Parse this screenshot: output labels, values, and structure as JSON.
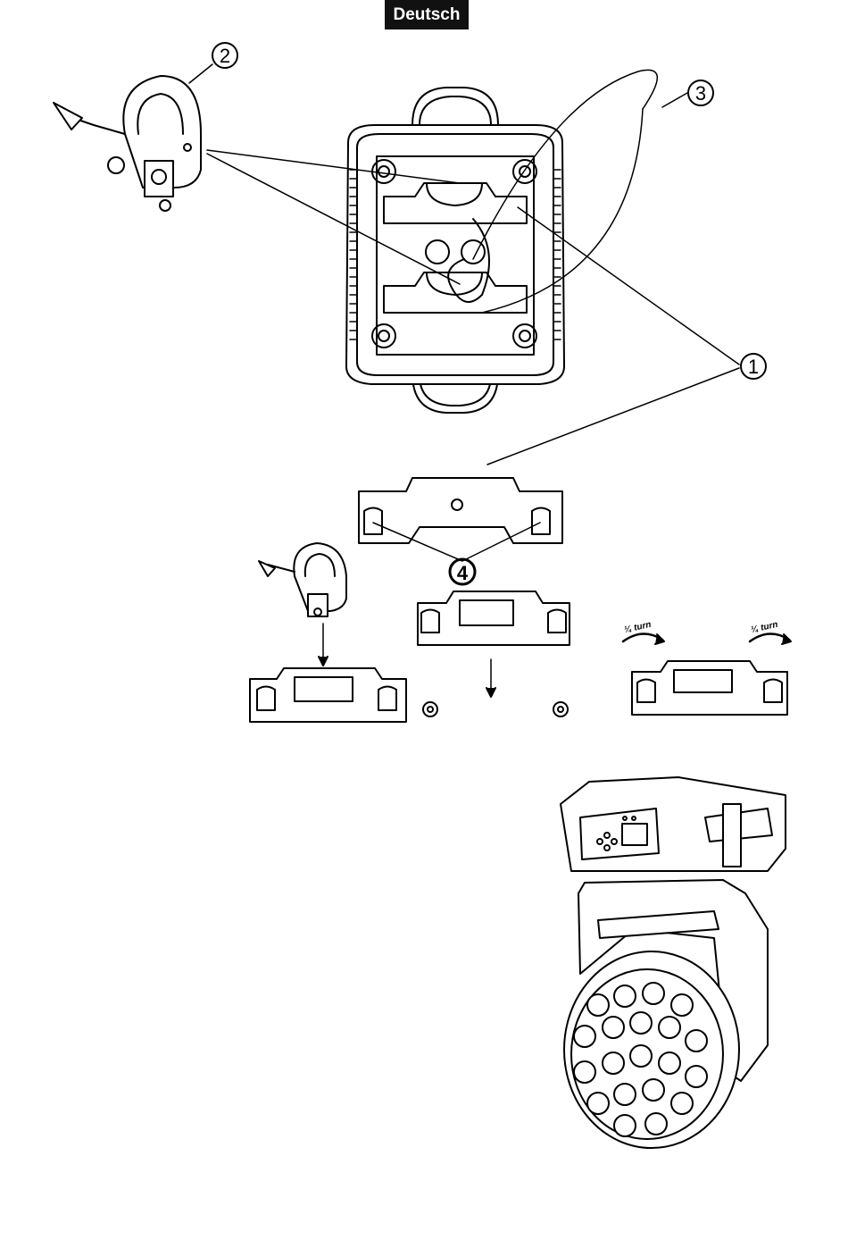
{
  "header": {
    "language_label": "Deutsch"
  },
  "callouts": [
    {
      "id": "1",
      "label": "1"
    },
    {
      "id": "2",
      "label": "2"
    },
    {
      "id": "3",
      "label": "3"
    },
    {
      "id": "4",
      "label": "4"
    }
  ],
  "turn_labels": [
    "¼ turn",
    "¼ turn"
  ],
  "colors": {
    "ink": "#000000",
    "badge_bg": "#111111",
    "badge_text": "#ffffff"
  }
}
